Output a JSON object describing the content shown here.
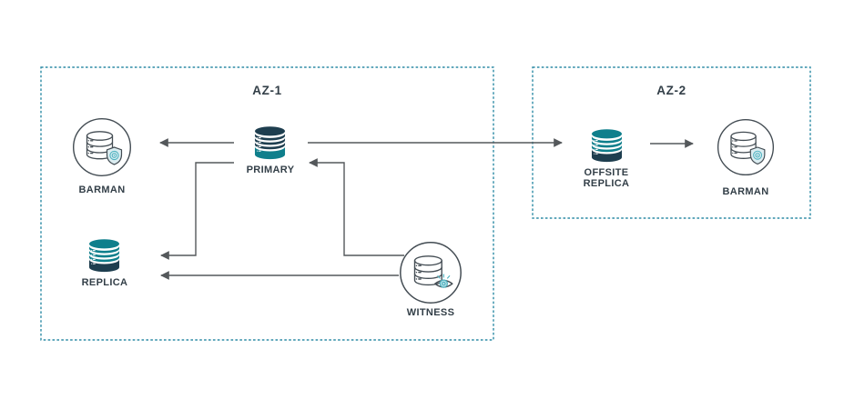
{
  "colors": {
    "background": "#ffffff",
    "navy": "#1e3e4f",
    "teal": "#0f7f8c",
    "zone_border": "#2e8ca6",
    "arrow": "#54585b",
    "text": "#333f48",
    "outline": "#434c53",
    "badge_fill": "#dcedf1",
    "badge_accent": "#4fb3c1"
  },
  "zones": [
    {
      "id": "az1",
      "label": "AZ-1"
    },
    {
      "id": "az2",
      "label": "AZ-2"
    }
  ],
  "nodes": {
    "barman_az1": {
      "label": "BARMAN",
      "type": "database-with-shield-circle",
      "zone": "AZ-1"
    },
    "primary": {
      "label": "PRIMARY",
      "type": "database-solid-navy-teal",
      "zone": "AZ-1"
    },
    "replica": {
      "label": "REPLICA",
      "type": "database-solid-teal-navy",
      "zone": "AZ-1"
    },
    "witness": {
      "label": "WITNESS",
      "type": "database-with-eye-circle",
      "zone": "AZ-1"
    },
    "offsite_replica": {
      "label": "OFFSITE REPLICA",
      "type": "database-solid-teal-navy",
      "zone": "AZ-2"
    },
    "barman_az2": {
      "label": "BARMAN",
      "type": "database-with-shield-circle",
      "zone": "AZ-2"
    }
  },
  "edges": [
    {
      "from": "primary",
      "to": "barman_az1"
    },
    {
      "from": "primary",
      "to": "offsite_replica"
    },
    {
      "from": "primary",
      "to": "replica"
    },
    {
      "from": "witness",
      "to": "primary"
    },
    {
      "from": "witness",
      "to": "replica"
    },
    {
      "from": "offsite_replica",
      "to": "barman_az2"
    }
  ]
}
